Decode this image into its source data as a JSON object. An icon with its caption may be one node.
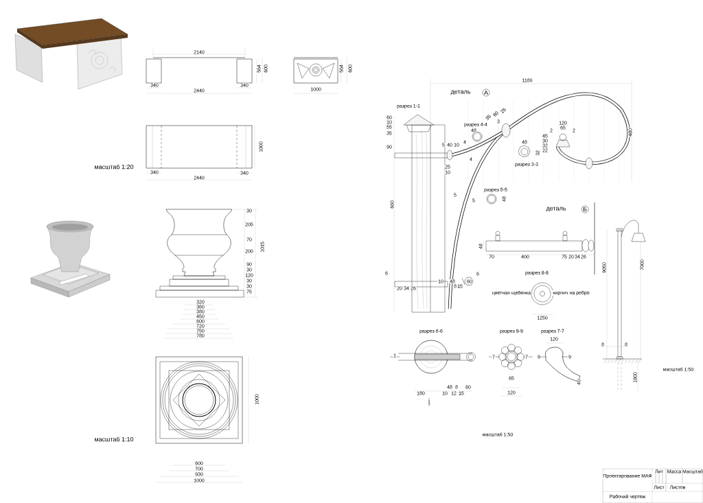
{
  "diagram": {
    "labels": [
      "2140",
      "340",
      "340",
      "2440",
      "564",
      "600",
      "564",
      "600",
      "1000",
      "1000",
      "340",
      "340",
      "2440",
      "масштаб 1:20",
      "30",
      "205",
      "70",
      "200",
      "90",
      "30",
      "120",
      "30",
      "30",
      "75",
      "1015",
      "320",
      "360",
      "380",
      "450",
      "600",
      "720",
      "750",
      "780",
      "1000",
      "600",
      "700",
      "930",
      "1000",
      "масштаб 1:10",
      "1180",
      "деталь",
      "А",
      "разрез 1-1",
      "60",
      "10",
      "55",
      "35",
      "90",
      "660",
      "6",
      "20",
      "34",
      "26",
      "разрез 4-4",
      "48",
      "4",
      "5",
      "40",
      "10",
      "35",
      "60",
      "25",
      "3",
      "4",
      "разрез 3-3",
      "48",
      "32",
      "120",
      "65",
      "2",
      "2",
      "45",
      "30",
      "32",
      "22",
      "480",
      "25",
      "10",
      "5",
      "5",
      "разрез 5-5",
      "48",
      "деталь",
      "Б",
      "48",
      "70",
      "400",
      "75",
      "20",
      "34",
      "26",
      "10",
      "48",
      "8",
      "15",
      "60",
      "6",
      "разрез 8-8",
      "цветная щебенка",
      "кирпич на ребро",
      "1250",
      "9050",
      "7000",
      "8",
      "8",
      "1800",
      "масштаб 1:50",
      "разрез 6-6",
      "разрез 9-9",
      "разрез 7-7",
      "1",
      "7",
      "7",
      "9",
      "9",
      "48",
      "8",
      "60",
      "180",
      "10",
      "12",
      "15",
      "65",
      "120",
      "120",
      "40",
      "1",
      "масштаб 1:50",
      "Проектирование МАФ",
      "Лит",
      "Масса",
      "Масштаб",
      "Лист",
      "Листов",
      "Рабочий чертеж"
    ]
  }
}
